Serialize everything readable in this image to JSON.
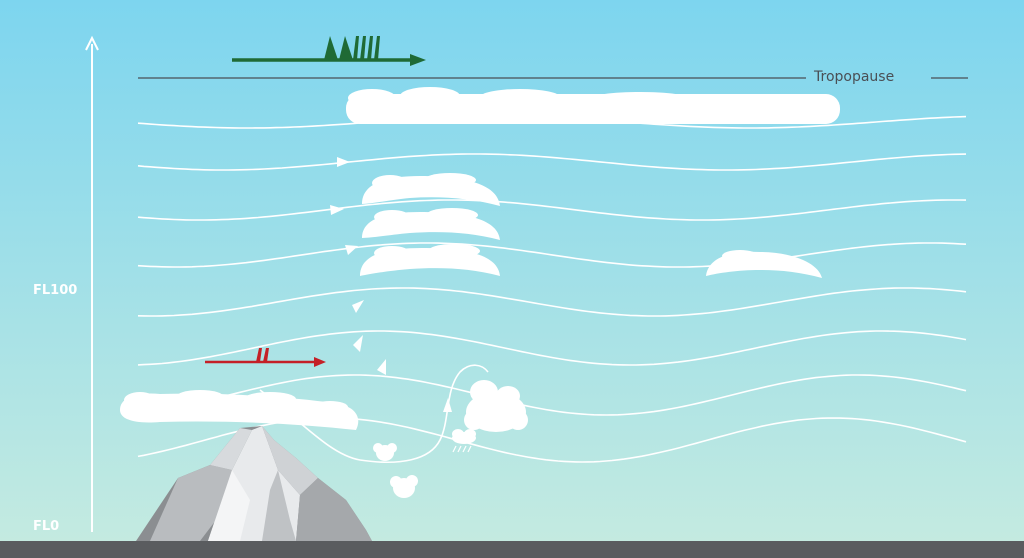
{
  "labels": {
    "tropopause": "Tropopause",
    "fl100": "FL100",
    "fl0": "FL0"
  },
  "colors": {
    "sky_top": "#7dd5ef",
    "sky_bottom": "#c6ebe0",
    "ground": "#5a5c5f",
    "jet_arrow": "#1f6a35",
    "low_wind_arrow": "#c42027",
    "streamline": "#ffffff",
    "tropopause_line": "#4a4f55"
  },
  "icons": {
    "mountain": "mountain-icon",
    "jet_wind_barb": "wind-barb-icon",
    "low_wind_barb": "wind-barb-icon"
  }
}
